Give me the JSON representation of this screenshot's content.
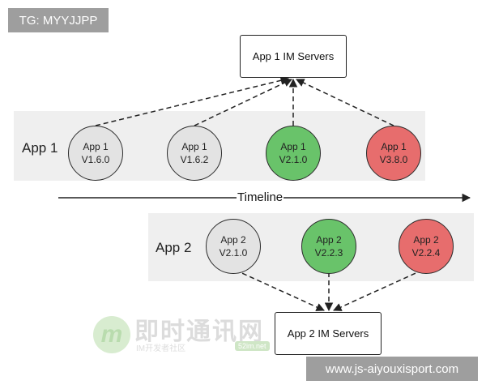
{
  "tag": "TG: MYYJJPP",
  "servers": {
    "app1": "App 1 IM Servers",
    "app2": "App 2 IM Servers"
  },
  "app1": {
    "label": "App 1",
    "nodes": [
      {
        "app": "App 1",
        "version": "V1.6.0",
        "color": "#e3e3e3"
      },
      {
        "app": "App 1",
        "version": "V1.6.2",
        "color": "#e3e3e3"
      },
      {
        "app": "App 1",
        "version": "V2.1.0",
        "color": "#69c36a"
      },
      {
        "app": "App 1",
        "version": "V3.8.0",
        "color": "#e76d6d"
      }
    ]
  },
  "app2": {
    "label": "App 2",
    "nodes": [
      {
        "app": "App 2",
        "version": "V2.1.0",
        "color": "#e3e3e3"
      },
      {
        "app": "App 2",
        "version": "V2.2.3",
        "color": "#69c36a"
      },
      {
        "app": "App 2",
        "version": "V2.2.4",
        "color": "#e76d6d"
      }
    ]
  },
  "timeline": "Timeline",
  "watermark": {
    "logo": "m",
    "title": "即时通讯网",
    "subtitle": "IM开发者社区",
    "domain": "52im.net"
  },
  "site": "www.js-aiyouxisport.com"
}
